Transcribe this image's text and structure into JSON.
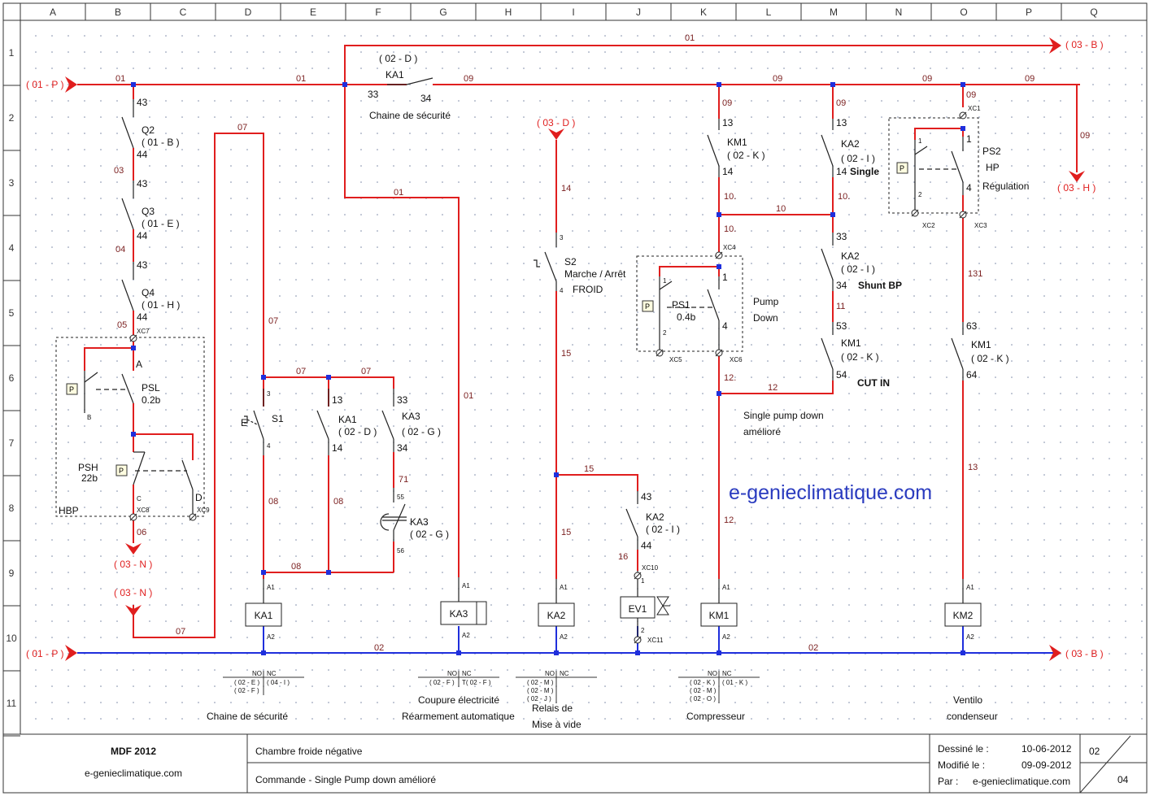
{
  "columns": [
    "A",
    "B",
    "C",
    "D",
    "E",
    "F",
    "G",
    "H",
    "I",
    "J",
    "K",
    "L",
    "M",
    "N",
    "O",
    "P",
    "Q"
  ],
  "rows": [
    "1",
    "2",
    "3",
    "4",
    "5",
    "6",
    "7",
    "8",
    "9",
    "10",
    "11"
  ],
  "colors": {
    "phase": "#e01e1e",
    "neutral": "#1f2fdc",
    "node": "#1f2fdc",
    "watermark": "#2a3bbf"
  },
  "refs": {
    "in_phase": "( 01 - P )",
    "in_neutral": "( 01 - P )",
    "out_top": "( 03 - B )",
    "out_neutral": "( 03 - B )",
    "out_h": "( 03 - H )",
    "n1": "( 03 - N )",
    "n2": "( 03 - N )",
    "d": "( 03 - D )"
  },
  "wires": {
    "w01a": "01",
    "w01b": "01",
    "w01c": "01",
    "w01d": "01",
    "w01e": "01",
    "w09a": "09",
    "w09b": "09",
    "w09c": "09",
    "w09d": "09",
    "w09e": "09",
    "w09f": "09",
    "w09g": "09",
    "w09h": "09",
    "w03": "03",
    "w04": "04",
    "w05": "05",
    "w06": "06",
    "w07a": "07",
    "w07b": "07",
    "w07c": "07",
    "w07d": "07",
    "w07e": "07",
    "w08a": "08",
    "w08b": "08",
    "w08c": "08",
    "w71": "71",
    "w14": "14",
    "w15a": "15",
    "w15b": "15",
    "w15c": "15",
    "w16": "16",
    "w10a": "10.",
    "w10b": "10.",
    "w10c": "10",
    "w10d": "10.",
    "w11": "11",
    "w12a": "12.",
    "w12b": "12",
    "w12c": "12.",
    "w131": "131",
    "w13": "13",
    "w02a": "02",
    "w02b": "02"
  },
  "components": {
    "ka1_top": {
      "ref": "( 02 - D )",
      "name": "KA1",
      "t1": "33",
      "t2": "34",
      "desc": "Chaine de sécurité"
    },
    "q2": {
      "t1": "43",
      "name": "Q2",
      "ref": "( 01 - B )",
      "t2": "44"
    },
    "q3": {
      "t1": "43",
      "name": "Q3",
      "ref": "( 01 - E )",
      "t2": "44"
    },
    "q4": {
      "t1": "43",
      "name": "Q4",
      "ref": "( 01 - H )",
      "t2": "44"
    },
    "hbp": {
      "label": "HBP",
      "psl": "PSL",
      "psl_v": "0.2b",
      "psh": "PSH",
      "psh_v": "22b",
      "ta": "A",
      "tb": "B",
      "tc": "C",
      "td": "D",
      "xc7": "XC7",
      "xc8": "XC8",
      "xc9": "XC9"
    },
    "s1": {
      "name": "S1",
      "t1": "3",
      "t2": "4"
    },
    "ka1_c": {
      "t1": "13",
      "name": "KA1",
      "ref": "( 02 - D )",
      "t2": "14"
    },
    "ka3_c": {
      "t1": "33",
      "name": "KA3",
      "ref": "( 02 - G )",
      "t2": "34"
    },
    "ka3_t": {
      "t1": "55",
      "name": "KA3",
      "ref": "( 02 - G )",
      "t2": "56"
    },
    "s2": {
      "t1": "3",
      "name": "S2",
      "l1": "Marche / Arrêt",
      "l2": "FROID",
      "t2": "4"
    },
    "ka2_c": {
      "t1": "43",
      "name": "KA2",
      "ref": "( 02 - I )",
      "t2": "44",
      "xc10": "XC10",
      "xc11": "XC11"
    },
    "km1_a": {
      "t1": "13",
      "name": "KM1",
      "ref": "( 02 - K )",
      "t2": "14"
    },
    "ka2_a": {
      "t1": "13",
      "name": "KA2",
      "ref": "( 02 - I )",
      "t2": "14",
      "extra": "Single"
    },
    "ka2_b": {
      "t1": "33",
      "name": "KA2",
      "ref": "( 02 - I )",
      "t2": "34",
      "extra": "Shunt BP"
    },
    "km1_b": {
      "t1": "53",
      "name": "KM1",
      "ref": "( 02 - K )",
      "t2": "54",
      "extra": "CUT IN"
    },
    "ps1": {
      "name": "PS1",
      "value": "0.4b",
      "t1": "1",
      "t2": "2",
      "t3": "1",
      "t4": "4",
      "l1": "Pump",
      "l2": "Down",
      "xc4": "XC4",
      "xc5": "XC5",
      "xc6": "XC6"
    },
    "ps2": {
      "name": "PS2",
      "l1": "HP",
      "l2": "Régulation",
      "t1": "1",
      "t2": "2",
      "t3": "1",
      "t4": "4",
      "xc1": "XC1",
      "xc2": "XC2",
      "xc3": "XC3"
    },
    "km1_c": {
      "t1": "63",
      "name": "KM1",
      "ref": "( 02 - K )",
      "t2": "64"
    }
  },
  "coils": [
    {
      "id": "KA1",
      "a1": "A1",
      "a2": "A2"
    },
    {
      "id": "KA3",
      "a1": "A1",
      "a2": "A2"
    },
    {
      "id": "KA2",
      "a1": "A1",
      "a2": "A2"
    },
    {
      "id": "EV1",
      "a1": "1",
      "a2": "2"
    },
    {
      "id": "KM1",
      "a1": "A1",
      "a2": "A2"
    },
    {
      "id": "KM2",
      "a1": "A1",
      "a2": "A2"
    }
  ],
  "xref": [
    {
      "no": [
        "( 02 - E )",
        "( 02 - F )"
      ],
      "nc": [
        "( 04 - I )"
      ]
    },
    {
      "no": [
        "( 02 - F )"
      ],
      "nc": [
        "T( 02 - F )"
      ]
    },
    {
      "no": [
        "( 02 - M )",
        "( 02 - M )",
        "( 02 - J )"
      ],
      "nc": []
    },
    {
      "no": [
        "( 02 - K )",
        "( 02 - M )",
        "( 02 - O )"
      ],
      "nc": [
        "( 01 - K )"
      ]
    }
  ],
  "xref_head": {
    "no": "NO",
    "nc": "NC"
  },
  "notes": {
    "safety": "Chaine de sécurité",
    "power1": "Coupure électricité",
    "power2": "Réarmement automatique",
    "relay1": "Relais de",
    "relay2": "Mise à vide",
    "comp": "Compresseur",
    "fan1": "Ventilo",
    "fan2": "condenseur",
    "spd1": "Single pump down",
    "spd2": "amélioré"
  },
  "watermark": "e-genieclimatique.com",
  "title_block": {
    "project": "MDF 2012",
    "site": "e-genieclimatique.com",
    "title1": "Chambre froide négative",
    "title2": "Commande - Single Pump down amélioré",
    "drawn_label": "Dessiné le :",
    "drawn": "10-06-2012",
    "modified_label": "Modifié le :",
    "modified": "09-09-2012",
    "by_label": "Par :",
    "by": "e-genieclimatique.com",
    "folio": "02",
    "sheet": "04"
  }
}
